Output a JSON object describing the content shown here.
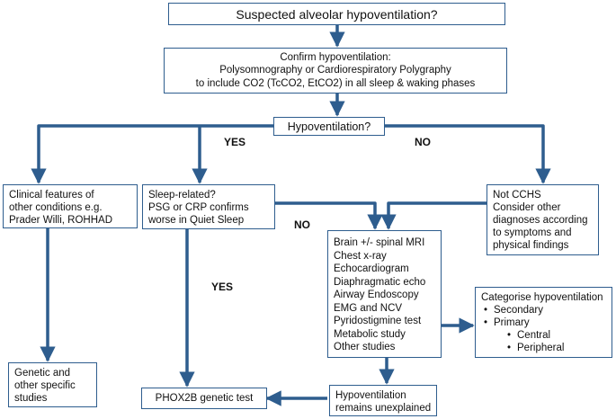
{
  "nodes": {
    "start": "Suspected alveolar hypoventilation?",
    "confirm": [
      "Confirm hypoventilation:",
      "Polysomnography or Cardiorespiratory Polygraphy",
      "to include CO2 (TcCO2, EtCO2) in all sleep & waking phases"
    ],
    "decision": "Hypoventilation?",
    "clinical": [
      "Clinical features of",
      "other conditions e.g.",
      "Prader Willi, ROHHAD"
    ],
    "sleep_related": [
      "Sleep-related?",
      "PSG or CRP confirms",
      "worse in Quiet Sleep"
    ],
    "not_cchs": [
      "Not CCHS",
      "Consider other",
      "diagnoses according",
      "to symptoms and",
      "physical findings"
    ],
    "investigations": [
      "Brain +/- spinal MRI",
      "Chest x-ray",
      "Echocardiogram",
      "Diaphragmatic echo",
      "Airway Endoscopy",
      "EMG and NCV",
      "Pyridostigmine test",
      "Metabolic study",
      "Other  studies"
    ],
    "categorise": {
      "title": "Categorise hypoventilation",
      "items": [
        "Secondary",
        "Primary"
      ],
      "subitems": [
        "Central",
        "Peripheral"
      ]
    },
    "genetic_other": [
      "Genetic and",
      "other specific",
      "studies"
    ],
    "phox2b": "PHOX2B genetic test",
    "unexplained": [
      "Hypoventilation",
      "remains unexplained"
    ]
  },
  "edge_labels": {
    "yes_top": "YES",
    "no_top": "NO",
    "no_middle": "NO",
    "yes_left": "YES"
  },
  "colors": {
    "arrow": "#2e5d8e",
    "border": "#2e5d8e"
  }
}
